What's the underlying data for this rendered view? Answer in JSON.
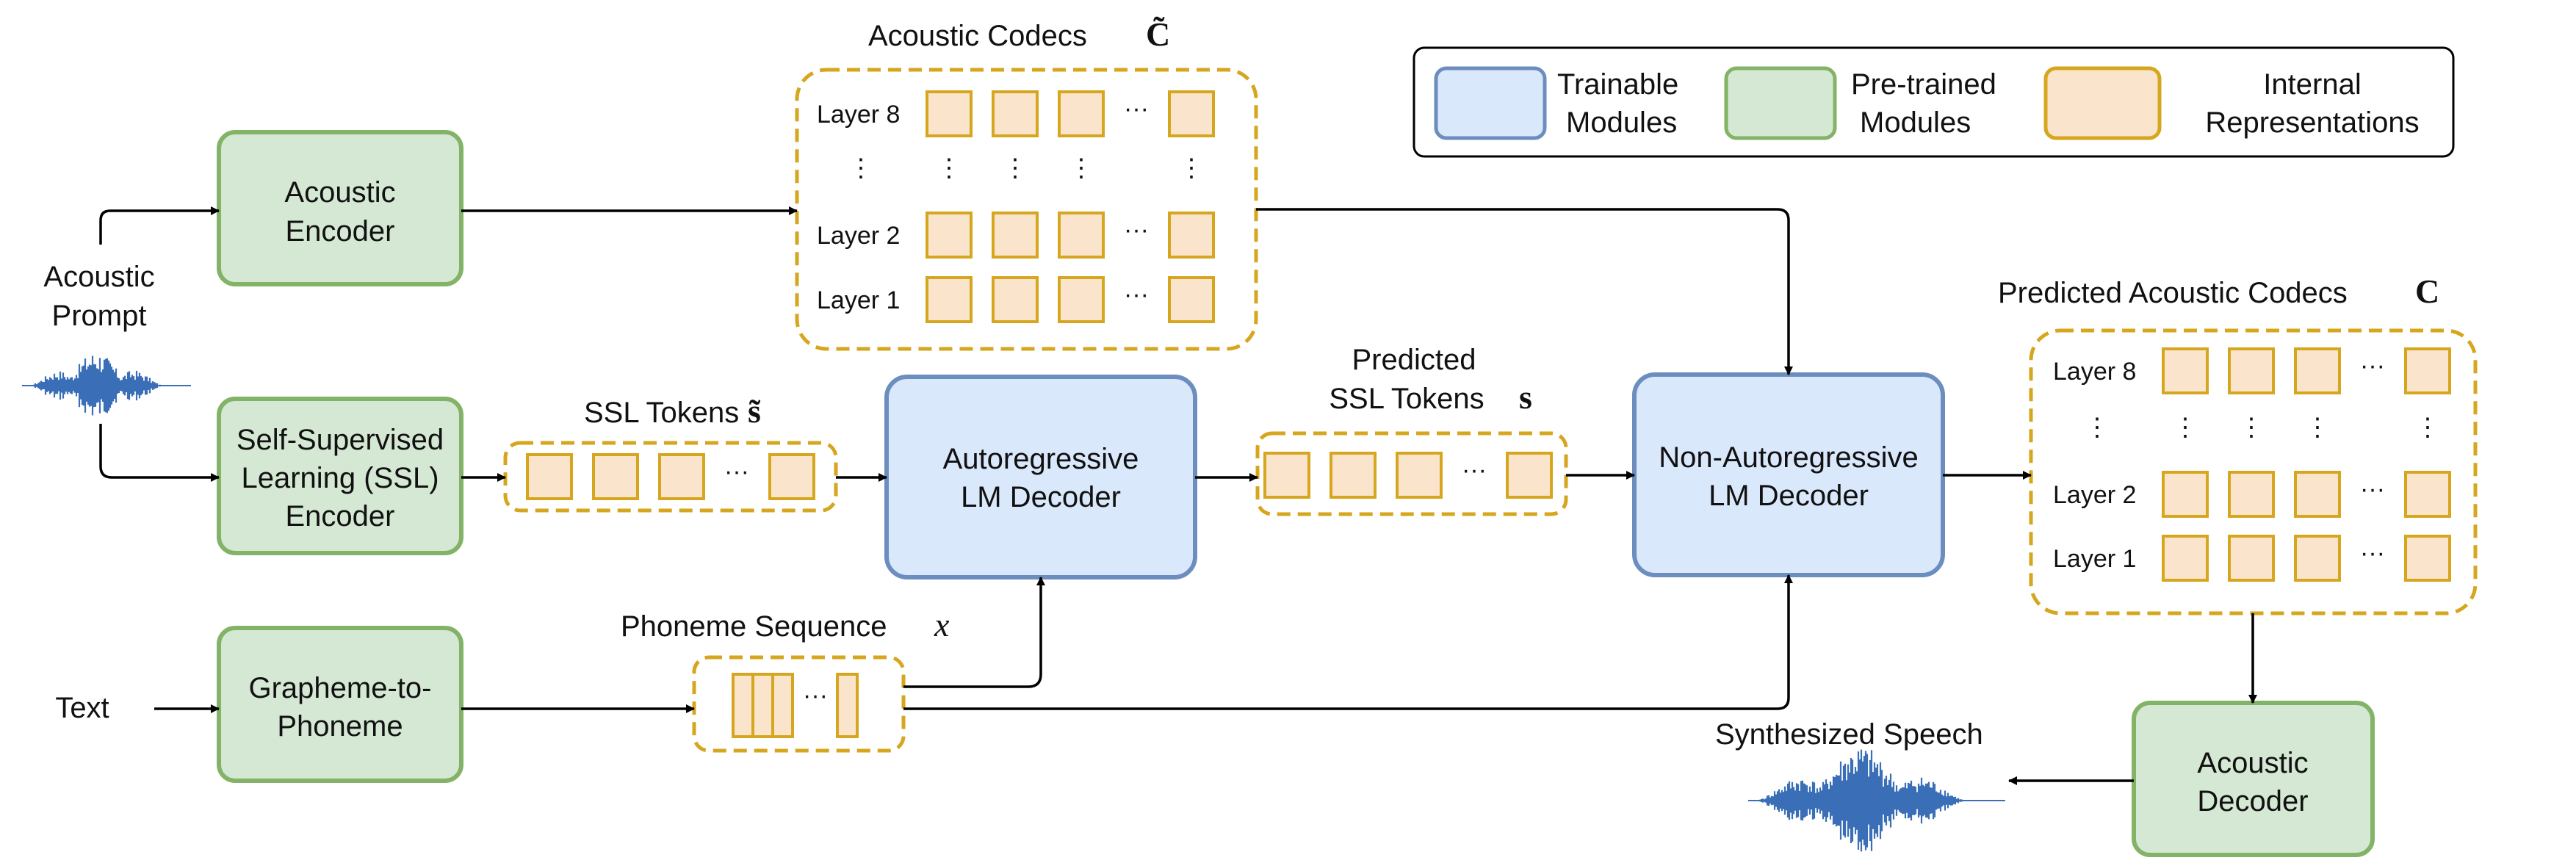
{
  "colors": {
    "trainable_fill": "#dae8fc",
    "trainable_stroke": "#6c8ebf",
    "pretrained_fill": "#d5e8d4",
    "pretrained_stroke": "#82b366",
    "internal_fill": "#fae5cc",
    "internal_stroke": "#d6a61e",
    "arrow": "#000000",
    "waveform": "#3a6fb8"
  },
  "legend": {
    "trainable": [
      "Trainable",
      "Modules"
    ],
    "pretrained": [
      "Pre-trained",
      "Modules"
    ],
    "internal": [
      "Internal",
      "Representations"
    ]
  },
  "inputs": {
    "acoustic_prompt": [
      "Acoustic",
      "Prompt"
    ],
    "text": "Text"
  },
  "modules": {
    "acoustic_encoder": [
      "Acoustic",
      "Encoder"
    ],
    "ssl_encoder": [
      "Self-Supervised",
      "Learning (SSL)",
      "Encoder"
    ],
    "g2p": [
      "Grapheme-to-",
      "Phoneme"
    ],
    "ar_decoder": [
      "Autoregressive",
      "LM Decoder"
    ],
    "nar_decoder": [
      "Non-Autoregressive",
      "LM Decoder"
    ],
    "acoustic_decoder": [
      "Acoustic",
      "Decoder"
    ]
  },
  "representations": {
    "acoustic_codecs": {
      "label": "Acoustic Codecs",
      "symbol": "C̃"
    },
    "ssl_tokens": {
      "label": "SSL Tokens",
      "symbol": "s̃"
    },
    "predicted_ssl_tokens": {
      "label_line1": "Predicted",
      "label_line2": "SSL Tokens",
      "symbol": "s"
    },
    "phoneme_sequence": {
      "label": "Phoneme Sequence",
      "symbol": "x"
    },
    "predicted_codecs": {
      "label": "Predicted Acoustic Codecs",
      "symbol": "C"
    },
    "layers": [
      "Layer 8",
      "Layer 2",
      "Layer 1"
    ],
    "ellipsis_h": "···",
    "ellipsis_v": "⋮"
  },
  "outputs": {
    "synthesized_speech": "Synthesized Speech"
  }
}
